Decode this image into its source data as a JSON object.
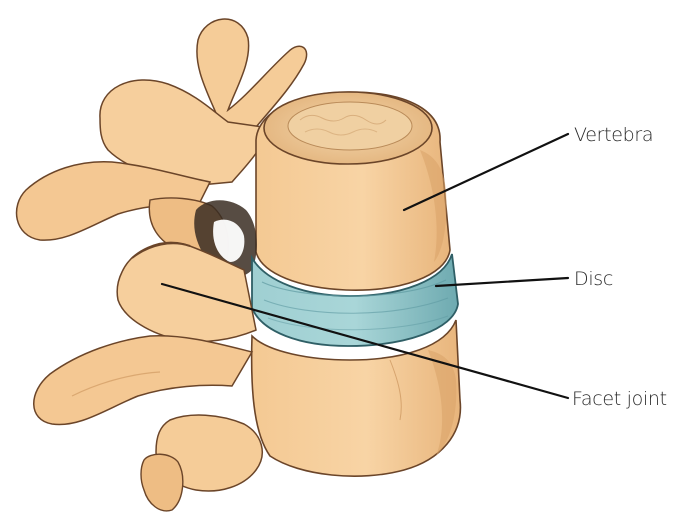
{
  "labels": {
    "vertebra": "Vertebra",
    "disc": "Disc",
    "facet_joint": "Facet joint"
  },
  "colors": {
    "bone": "#f6cf9d",
    "bone_shade": "#e3ad72",
    "bone_dark": "#b9834c",
    "disc": "#8fc4c8",
    "disc_shade": "#5f9ea6",
    "outline": "#5a3a22",
    "leader_line": "#111111",
    "label_text": "#2a2a2a"
  }
}
